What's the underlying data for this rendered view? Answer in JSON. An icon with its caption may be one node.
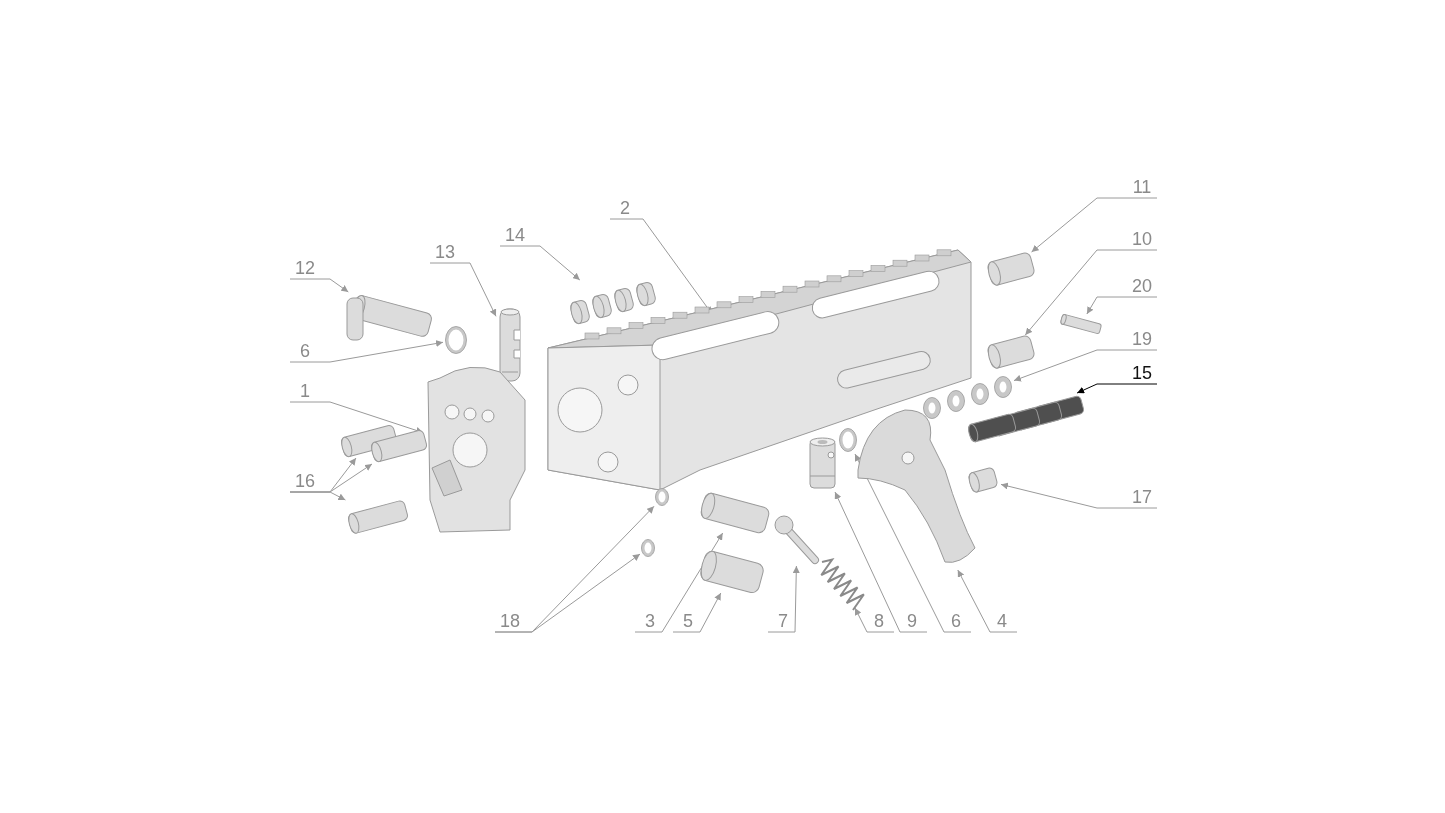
{
  "diagram": {
    "nodes": [
      {
        "text": [
          "11"
        ]
      },
      {
        "text": [
          "2"
        ]
      },
      {
        "text": [
          "10"
        ]
      },
      {
        "text": [
          "14"
        ]
      },
      {
        "text": [
          "20"
        ]
      },
      {
        "text": [
          "12"
        ]
      },
      {
        "text": [
          "13"
        ]
      },
      {
        "text": [
          "19"
        ]
      },
      {
        "text": [
          "6"
        ]
      },
      {
        "text": [
          "15"
        ]
      },
      {
        "text": [
          "1"
        ]
      },
      {
        "text": [
          "16"
        ]
      },
      {
        "text": [
          "17"
        ]
      },
      {
        "text": [
          "18"
        ]
      },
      {
        "text": [
          "3"
        ]
      },
      {
        "text": [
          "5"
        ]
      },
      {
        "text": [
          "7"
        ]
      },
      {
        "text": [
          "8"
        ]
      },
      {
        "text": [
          "9"
        ]
      },
      {
        "text": [
          "6"
        ]
      },
      {
        "text": [
          "4"
        ]
      },
      {
        "text": [],
        "shape": "picture"
      },
      {
        "text": [],
        "shape": "picture"
      },
      {
        "text": [],
        "shape": "picture"
      },
      {
        "text": [],
        "shape": "picture"
      },
      {
        "text": [],
        "shape": "picture"
      },
      {
        "text": [],
        "shape": "picture"
      },
      {
        "text": [],
        "shape": "picture"
      },
      {
        "text": [],
        "shape": "picture"
      },
      {
        "text": [],
        "shape": "picture"
      },
      {
        "text": [],
        "shape": "picture"
      },
      {
        "text": [],
        "shape": "picture"
      },
      {
        "text": [],
        "shape": "picture"
      },
      {
        "text": [],
        "shape": "picture"
      },
      {
        "text": [],
        "shape": "picture"
      },
      {
        "text": [],
        "shape": "picture"
      },
      {
        "text": [],
        "shape": "picture"
      },
      {
        "text": [],
        "shape": "picture"
      },
      {
        "text": [],
        "shape": "picture"
      },
      {
        "text": [],
        "shape": "picture"
      },
      {
        "text": [],
        "shape": "picture"
      },
      {
        "text": [],
        "shape": "picture"
      },
      {
        "text": [],
        "shape": "picture"
      },
      {
        "text": [],
        "shape": "picture"
      },
      {
        "text": [],
        "shape": "picture"
      }
    ],
    "edges": [
      {
        "from": 0,
        "to": 21,
        "arrow": "to"
      },
      {
        "from": 1,
        "to": 22,
        "arrow": "to"
      },
      {
        "from": 2,
        "to": 23,
        "arrow": "to"
      },
      {
        "from": 3,
        "to": 24,
        "arrow": "to"
      },
      {
        "from": 4,
        "to": 25,
        "arrow": "to"
      },
      {
        "from": 5,
        "to": 26,
        "arrow": "to"
      },
      {
        "from": 6,
        "to": 27,
        "arrow": "to"
      },
      {
        "from": 7,
        "to": 28,
        "arrow": "to"
      },
      {
        "from": 8,
        "to": 29,
        "arrow": "to"
      },
      {
        "from": 9,
        "to": 30,
        "arrow": "to",
        "color": "#000000"
      },
      {
        "from": 10,
        "to": 31,
        "arrow": "to"
      },
      {
        "from": 11,
        "to": 32,
        "arrow": "to"
      },
      {
        "from": 11,
        "to": 33,
        "arrow": "to"
      },
      {
        "from": 11,
        "to": 34,
        "arrow": "to"
      },
      {
        "from": 12,
        "to": 35,
        "arrow": "to"
      },
      {
        "from": 13,
        "to": 36,
        "arrow": "to"
      },
      {
        "from": 13,
        "to": 37,
        "arrow": "to"
      },
      {
        "from": 14,
        "to": 38,
        "arrow": "to"
      },
      {
        "from": 15,
        "to": 39,
        "arrow": "to"
      },
      {
        "from": 16,
        "to": 40,
        "arrow": "to"
      },
      {
        "from": 17,
        "to": 41,
        "arrow": "to"
      },
      {
        "from": 18,
        "to": 42,
        "arrow": "to"
      },
      {
        "from": 19,
        "to": 43,
        "arrow": "to"
      },
      {
        "from": 20,
        "to": 44,
        "arrow": "to"
      }
    ]
  }
}
